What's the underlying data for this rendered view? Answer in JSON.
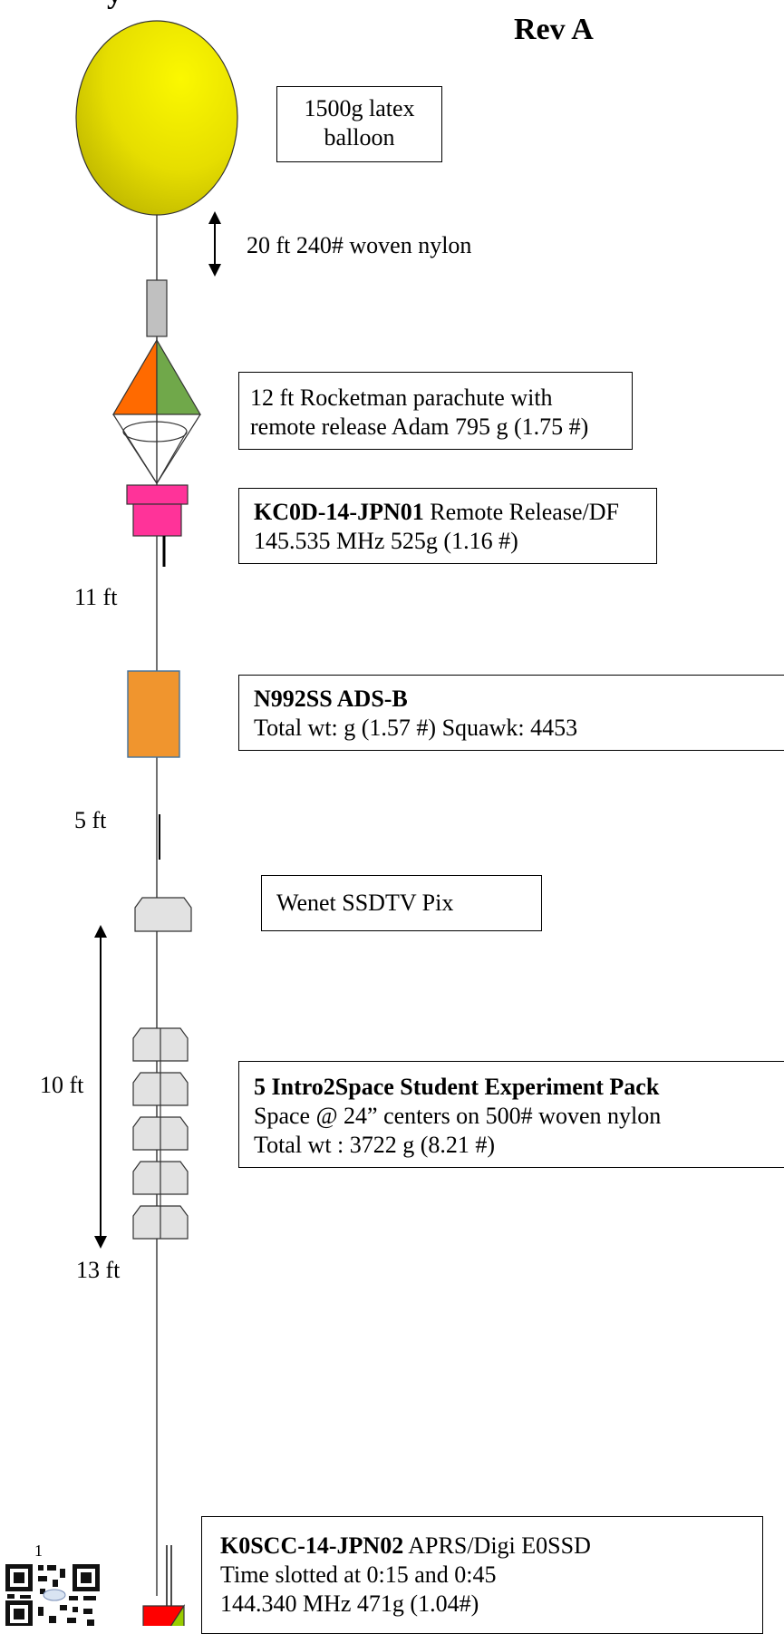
{
  "header": {
    "partial_title": "y",
    "revision": "Rev A"
  },
  "colors": {
    "balloon": "#e8e000",
    "separator": "#c0c0c0",
    "parachute_orange": "#ff6a00",
    "parachute_green": "#70a84a",
    "release_pink": "#ff3399",
    "adsb_orange": "#f0952e",
    "payload_box": "#e2e2e2",
    "aprs_red": "#ff0000",
    "aprs_green": "#99cc00"
  },
  "balloon": {
    "label_line1": "1500g latex",
    "label_line2": "balloon"
  },
  "tether": {
    "label": "20 ft 240# woven nylon"
  },
  "parachute": {
    "line1": "12 ft Rocketman parachute with",
    "line2": "remote release Adam 795 g (1.75 #)"
  },
  "release": {
    "callsign": "KC0D-14-JPN01",
    "line1_rest": " Remote Release/DF",
    "line2": "145.535 MHz   525g (1.16 #)"
  },
  "spacing": {
    "s1": "11 ft",
    "s2": "5 ft",
    "s3": "10 ft",
    "s4": "13 ft"
  },
  "adsb": {
    "title": "N992SS ADS-B",
    "line2": "Total wt:   g (1.57 #) Squawk: 4453"
  },
  "wenet": {
    "label": "Wenet SSDTV Pix"
  },
  "students": {
    "title": "5 Intro2Space Student Experiment Pack",
    "line2": "Space @ 24” centers on 500# woven nylon",
    "line3": "Total wt :   3722 g  (8.21 #)"
  },
  "aprs": {
    "callsign": "K0SCC-14-JPN02",
    "line1_rest": " APRS/Digi   E0SSD",
    "line2": "Time slotted at 0:15 and 0:45",
    "line3": "144.340 MHz   471g (1.04#)"
  },
  "footer": {
    "page_number": "1"
  }
}
